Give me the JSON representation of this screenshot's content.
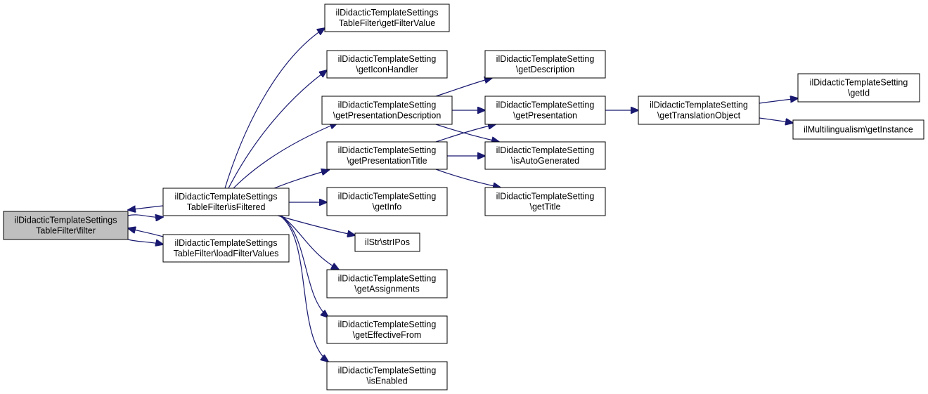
{
  "nodes": {
    "filter": {
      "lines": [
        "ilDidacticTemplateSettings",
        "TableFilter\\filter"
      ],
      "root": true
    },
    "isFiltered": {
      "lines": [
        "ilDidacticTemplateSettings",
        "TableFilter\\isFiltered"
      ]
    },
    "loadFilterValues": {
      "lines": [
        "ilDidacticTemplateSettings",
        "TableFilter\\loadFilterValues"
      ]
    },
    "getFilterValue": {
      "lines": [
        "ilDidacticTemplateSettings",
        "TableFilter\\getFilterValue"
      ]
    },
    "getIconHandler": {
      "lines": [
        "ilDidacticTemplateSetting",
        "\\getIconHandler"
      ]
    },
    "getPresentationDescription": {
      "lines": [
        "ilDidacticTemplateSetting",
        "\\getPresentationDescription"
      ]
    },
    "getPresentationTitle": {
      "lines": [
        "ilDidacticTemplateSetting",
        "\\getPresentationTitle"
      ]
    },
    "getInfo": {
      "lines": [
        "ilDidacticTemplateSetting",
        "\\getInfo"
      ]
    },
    "strIPos": {
      "lines": [
        "ilStr\\strIPos"
      ]
    },
    "getAssignments": {
      "lines": [
        "ilDidacticTemplateSetting",
        "\\getAssignments"
      ]
    },
    "getEffectiveFrom": {
      "lines": [
        "ilDidacticTemplateSetting",
        "\\getEffectiveFrom"
      ]
    },
    "isEnabled": {
      "lines": [
        "ilDidacticTemplateSetting",
        "\\isEnabled"
      ]
    },
    "getDescription": {
      "lines": [
        "ilDidacticTemplateSetting",
        "\\getDescription"
      ]
    },
    "getPresentation": {
      "lines": [
        "ilDidacticTemplateSetting",
        "\\getPresentation"
      ]
    },
    "isAutoGenerated": {
      "lines": [
        "ilDidacticTemplateSetting",
        "\\isAutoGenerated"
      ]
    },
    "getTitle": {
      "lines": [
        "ilDidacticTemplateSetting",
        "\\getTitle"
      ]
    },
    "getTranslationObject": {
      "lines": [
        "ilDidacticTemplateSetting",
        "\\getTranslationObject"
      ]
    },
    "getId": {
      "lines": [
        "ilDidacticTemplateSetting",
        "\\getId"
      ]
    },
    "getInstance": {
      "lines": [
        "ilMultilingualism\\getInstance"
      ]
    }
  },
  "edges": [
    {
      "from": "filter",
      "to": "isFiltered"
    },
    {
      "from": "isFiltered",
      "to": "filter"
    },
    {
      "from": "filter",
      "to": "loadFilterValues"
    },
    {
      "from": "loadFilterValues",
      "to": "filter"
    },
    {
      "from": "isFiltered",
      "to": "getFilterValue"
    },
    {
      "from": "isFiltered",
      "to": "getIconHandler"
    },
    {
      "from": "isFiltered",
      "to": "getPresentationDescription"
    },
    {
      "from": "isFiltered",
      "to": "getPresentationTitle"
    },
    {
      "from": "isFiltered",
      "to": "getInfo"
    },
    {
      "from": "isFiltered",
      "to": "strIPos"
    },
    {
      "from": "isFiltered",
      "to": "getAssignments"
    },
    {
      "from": "isFiltered",
      "to": "getEffectiveFrom"
    },
    {
      "from": "isFiltered",
      "to": "isEnabled"
    },
    {
      "from": "getPresentationDescription",
      "to": "getDescription"
    },
    {
      "from": "getPresentationDescription",
      "to": "getPresentation"
    },
    {
      "from": "getPresentationDescription",
      "to": "isAutoGenerated"
    },
    {
      "from": "getPresentationTitle",
      "to": "getPresentation"
    },
    {
      "from": "getPresentationTitle",
      "to": "isAutoGenerated"
    },
    {
      "from": "getPresentationTitle",
      "to": "getTitle"
    },
    {
      "from": "getPresentation",
      "to": "getTranslationObject"
    },
    {
      "from": "getTranslationObject",
      "to": "getId"
    },
    {
      "from": "getTranslationObject",
      "to": "getInstance"
    }
  ],
  "colors": {
    "edge": "#191970",
    "root_fill": "#bfbfbf",
    "node_fill": "#ffffff",
    "border": "#000000"
  }
}
